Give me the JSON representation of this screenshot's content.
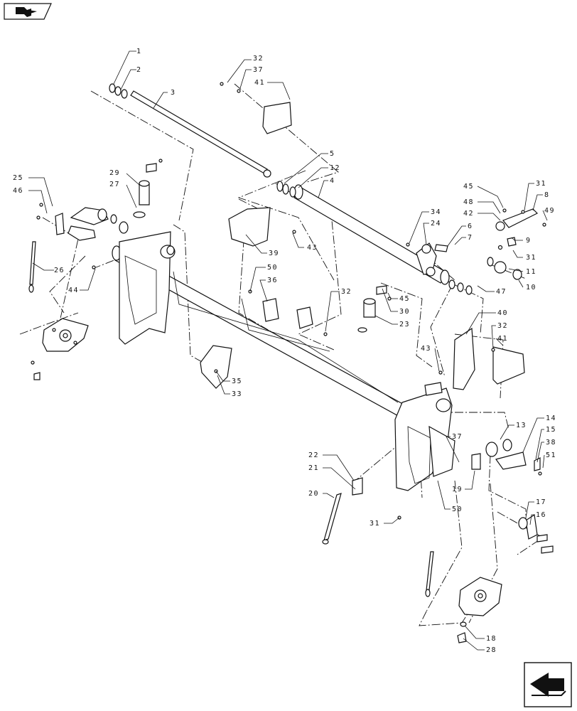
{
  "navigation": {
    "top_left_icon": "flag-arrow-icon",
    "bottom_right_icon": "page-turn-arrow-icon"
  },
  "callouts": [
    {
      "label": "1"
    },
    {
      "label": "2"
    },
    {
      "label": "3"
    },
    {
      "label": "32"
    },
    {
      "label": "37"
    },
    {
      "label": "41"
    },
    {
      "label": "5"
    },
    {
      "label": "12"
    },
    {
      "label": "4"
    },
    {
      "label": "29"
    },
    {
      "label": "27"
    },
    {
      "label": "25"
    },
    {
      "label": "46"
    },
    {
      "label": "26"
    },
    {
      "label": "44"
    },
    {
      "label": "39"
    },
    {
      "label": "43"
    },
    {
      "label": "50"
    },
    {
      "label": "36"
    },
    {
      "label": "32"
    },
    {
      "label": "45"
    },
    {
      "label": "30"
    },
    {
      "label": "23"
    },
    {
      "label": "34"
    },
    {
      "label": "24"
    },
    {
      "label": "6"
    },
    {
      "label": "7"
    },
    {
      "label": "45"
    },
    {
      "label": "48"
    },
    {
      "label": "42"
    },
    {
      "label": "31"
    },
    {
      "label": "8"
    },
    {
      "label": "49"
    },
    {
      "label": "9"
    },
    {
      "label": "31"
    },
    {
      "label": "11"
    },
    {
      "label": "10"
    },
    {
      "label": "47"
    },
    {
      "label": "40"
    },
    {
      "label": "32"
    },
    {
      "label": "41"
    },
    {
      "label": "43"
    },
    {
      "label": "35"
    },
    {
      "label": "33"
    },
    {
      "label": "13"
    },
    {
      "label": "14"
    },
    {
      "label": "15"
    },
    {
      "label": "38"
    },
    {
      "label": "51"
    },
    {
      "label": "37"
    },
    {
      "label": "22"
    },
    {
      "label": "21"
    },
    {
      "label": "20"
    },
    {
      "label": "19"
    },
    {
      "label": "50"
    },
    {
      "label": "31"
    },
    {
      "label": "17"
    },
    {
      "label": "16"
    },
    {
      "label": "18"
    },
    {
      "label": "28"
    }
  ]
}
